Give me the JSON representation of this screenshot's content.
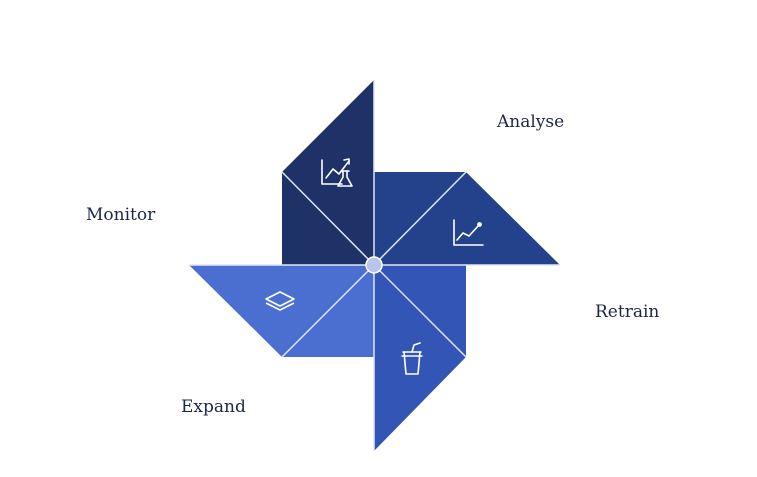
{
  "labels": {
    "analyse": "Analyse",
    "monitor": "Monitor",
    "retrain": "Retrain",
    "expand": "Expand"
  },
  "colors": {
    "blade_monitor": "#1e3268",
    "blade_analyse": "#24428c",
    "blade_retrain": "#3355b6",
    "blade_expand": "#4a6fd0",
    "divider": "#dfe6f7",
    "hub": "#b9c6e8",
    "label_text": "#1c2747"
  },
  "icons": {
    "monitor": "chart-flask-icon",
    "analyse": "line-chart-icon",
    "retrain": "cup-icon",
    "expand": "layers-icon"
  }
}
